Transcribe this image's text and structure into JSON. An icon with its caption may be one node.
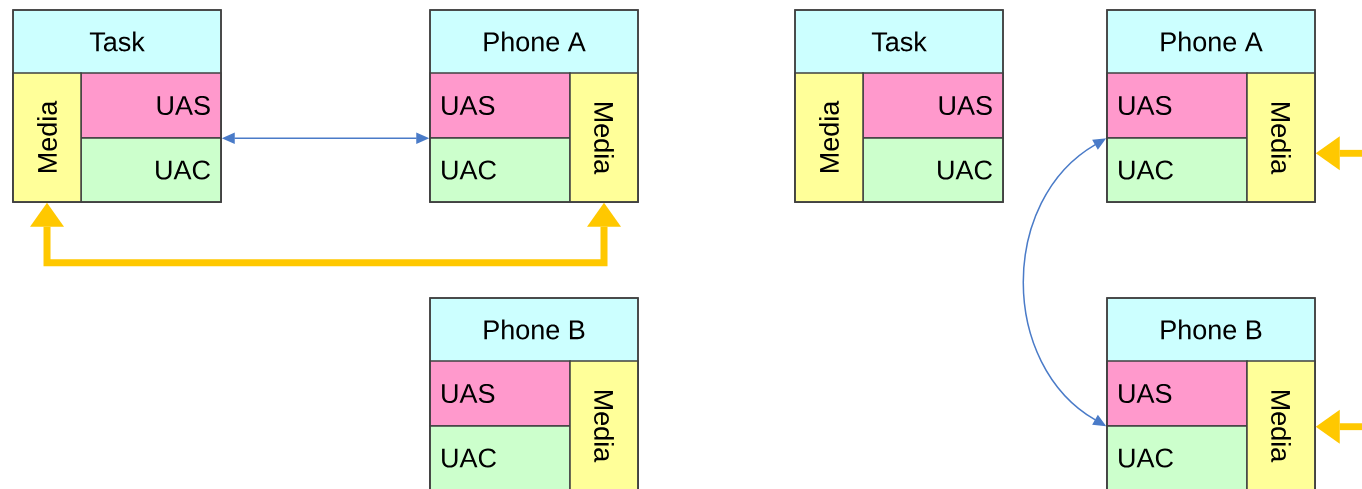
{
  "diagram": {
    "nodes": [
      {
        "text": [
          "Task"
        ]
      },
      {
        "text": [
          "UAS"
        ],
        "in": 0
      },
      {
        "text": [
          "UAC"
        ],
        "in": 0
      },
      {
        "text": [
          "Media"
        ],
        "in": 0
      },
      {
        "text": [
          "Phone A"
        ]
      },
      {
        "text": [
          "UAS"
        ],
        "in": 4
      },
      {
        "text": [
          "UAC"
        ],
        "in": 4
      },
      {
        "text": [
          "Media"
        ],
        "in": 4
      },
      {
        "text": [
          "Phone B"
        ]
      },
      {
        "text": [
          "UAS"
        ],
        "in": 8
      },
      {
        "text": [
          "UAC"
        ],
        "in": 8
      },
      {
        "text": [
          "Media"
        ],
        "in": 8
      },
      {
        "text": [
          "Task"
        ]
      },
      {
        "text": [
          "UAS"
        ],
        "in": 12
      },
      {
        "text": [
          "UAC"
        ],
        "in": 12
      },
      {
        "text": [
          "Media"
        ],
        "in": 12
      },
      {
        "text": [
          "Phone A"
        ]
      },
      {
        "text": [
          "UAS"
        ],
        "in": 16
      },
      {
        "text": [
          "UAC"
        ],
        "in": 16
      },
      {
        "text": [
          "Media"
        ],
        "in": 16
      },
      {
        "text": [
          "Phone B"
        ]
      },
      {
        "text": [
          "UAS"
        ],
        "in": 20
      },
      {
        "text": [
          "UAC"
        ],
        "in": 20
      },
      {
        "text": [
          "Media"
        ],
        "in": 20
      }
    ],
    "edges": [
      {
        "from": 0,
        "to": 4,
        "arrow": "both",
        "color": "#4a7bc8"
      },
      {
        "from": 3,
        "to": 7,
        "arrow": "both",
        "color": "#ffc800"
      },
      {
        "from": 16,
        "to": 20,
        "arrow": "both",
        "color": "#4a7bc8"
      },
      {
        "from": null,
        "to": 19,
        "arrow": "to",
        "color": "#ffc800"
      },
      {
        "from": null,
        "to": 23,
        "arrow": "to",
        "color": "#ffc800"
      }
    ]
  }
}
